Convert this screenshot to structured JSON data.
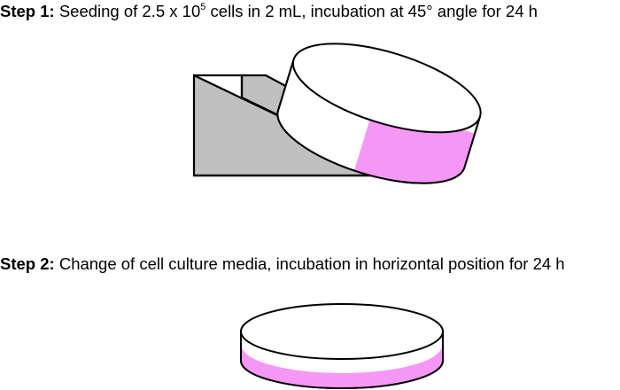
{
  "step1": {
    "label": "Step 1:",
    "text_before": " Seeding of 2.5 x 10",
    "superscript": "5",
    "text_after": " cells in 2 mL, incubation at 45° angle for 24 h"
  },
  "step2": {
    "label": "Step 2:",
    "text": " Change of cell culture media, incubation in horizontal position for 24 h"
  },
  "colors": {
    "medium": "#f597f5",
    "support": "#c0c0c0",
    "outline": "#000000"
  }
}
